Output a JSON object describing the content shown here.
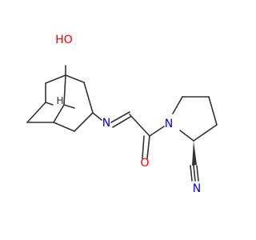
{
  "molecule": {
    "atoms": {
      "hydroxyl": "HO",
      "bridgehead_h": "H",
      "imine_n": "N",
      "carbonyl_o": "O",
      "ring_n": "N",
      "nitrile_n": "N"
    }
  },
  "colors": {
    "bond": "#333333",
    "oxygen": "#ff0000",
    "nitrogen": "#0000ff",
    "carbon": "#333333",
    "background": "#ffffff"
  }
}
